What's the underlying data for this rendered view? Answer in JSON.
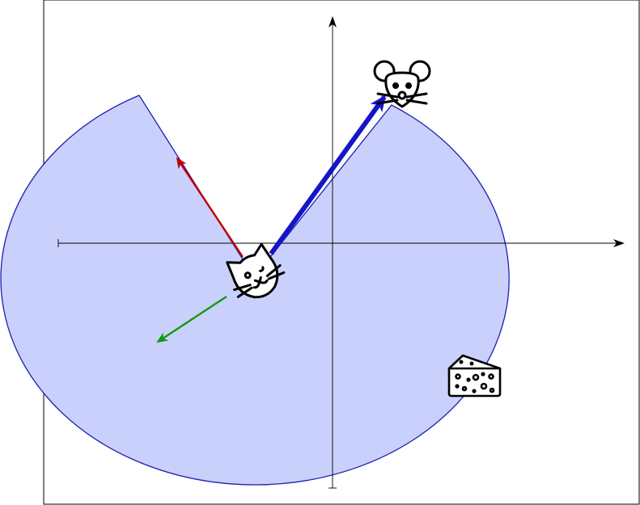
{
  "scene": {
    "type": "2d-coordinate-diagram",
    "axes": {
      "x_axis_arrow": true,
      "y_axis_arrow": true,
      "origin_at_axes_cross": true
    },
    "vision_cone": {
      "shape": "ellipse-with-wedge-removed",
      "fill": "#c9d0fb",
      "stroke": "#1f1fb0"
    },
    "agents": [
      {
        "name": "cat",
        "icon": "cat-face-icon",
        "role": "hunter"
      },
      {
        "name": "mouse",
        "icon": "mouse-face-icon",
        "role": "target"
      },
      {
        "name": "cheese",
        "icon": "cheese-wedge-icon",
        "role": "item"
      }
    ],
    "vectors": [
      {
        "name": "cat-to-mouse",
        "color": "#1515c8",
        "style": "thick"
      },
      {
        "name": "heading",
        "color": "#c00000",
        "style": "thin"
      },
      {
        "name": "perpendicular",
        "color": "#119911",
        "style": "thin"
      }
    ],
    "colors": {
      "frame": "#000000",
      "axis": "#000000",
      "icon_stroke": "#000000"
    }
  }
}
